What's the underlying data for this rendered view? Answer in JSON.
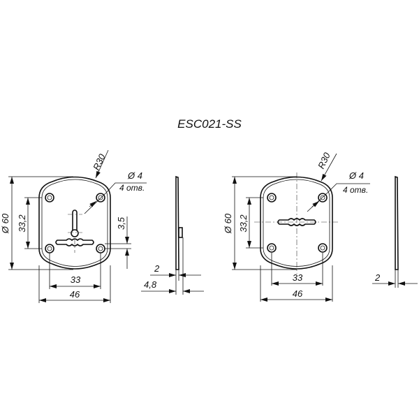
{
  "title": "ESC021-SS",
  "left_view": {
    "dia60": "Ø 60",
    "d33_2": "33,2",
    "d33": "33",
    "d46": "46",
    "d3_5": "3,5",
    "r30": "R30",
    "hole_dia": "Ø 4",
    "hole_count": "4 отв.",
    "side_t2": "2",
    "side_t48": "4,8"
  },
  "right_view": {
    "dia60": "Ø 60",
    "d33_2": "33,2",
    "d33": "33",
    "d46": "46",
    "r30": "R30",
    "hole_dia": "Ø 4",
    "hole_count": "4 отв.",
    "side_t2": "2"
  }
}
